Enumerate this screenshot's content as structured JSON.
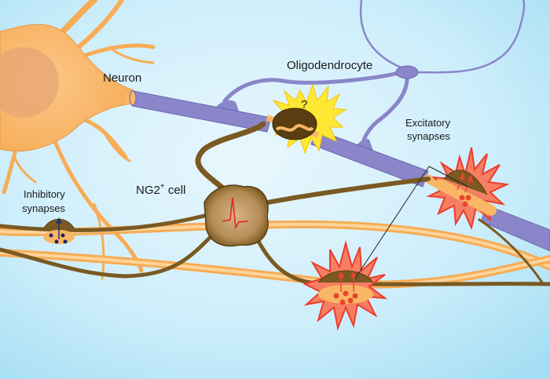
{
  "title": "Neuron–glia signaling: NG2+ cell synapses",
  "labels": {
    "neuron": "Neuron",
    "oligodendrocyte": "Oligodendrocyte",
    "ng2_main": "NG2",
    "ng2_sup": "+",
    "ng2_tail": " cell",
    "inhibitory_line1": "Inhibitory",
    "inhibitory_line2": "synapses",
    "excitatory_line1": "Excitatory",
    "excitatory_line2": "synapses",
    "question_mark": "?"
  },
  "colors": {
    "background_center": "#e6f6fd",
    "background_edge": "#a9dff4",
    "neuron": "#f9b765",
    "neuron_light": "#fcd39a",
    "neuron_nucleus": "#e8a874",
    "myelin": "#8a86c9",
    "myelin_dark": "#6c68b0",
    "ng2_cell": "#7a5a22",
    "ng2_body": "#c9a572",
    "excitatory_burst": "#ee3a2c",
    "excitatory_fill": "#f57f62",
    "excitatory_vesicle": "#e8452e",
    "inhibitory_vesicle": "#1f2460",
    "unknown_burst": "#ffe833",
    "spike_trace": "#e52222"
  }
}
